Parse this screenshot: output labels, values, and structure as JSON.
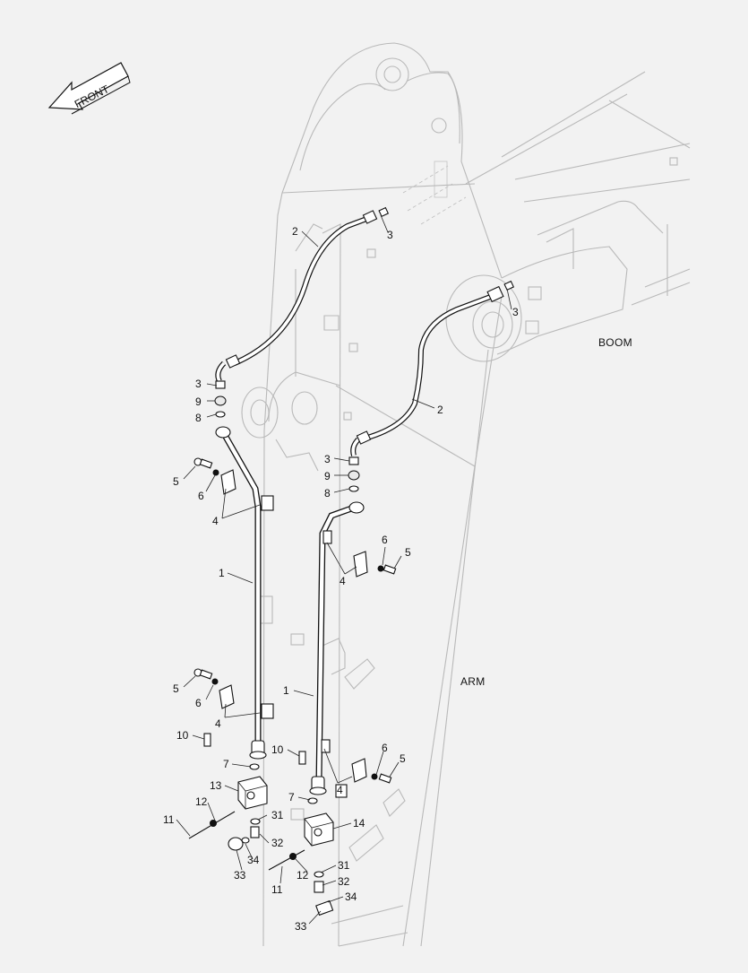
{
  "direction_arrow": {
    "label": "FRONT"
  },
  "regions": {
    "boom": "BOOM",
    "arm": "ARM"
  },
  "callouts": {
    "c1a": "1",
    "c1b": "1",
    "c2a": "2",
    "c2b": "2",
    "c3a": "3",
    "c3b": "3",
    "c3c": "3",
    "c3d": "3",
    "c4a": "4",
    "c4b": "4",
    "c4c": "4",
    "c4d": "4",
    "c5a": "5",
    "c5b": "5",
    "c5c": "5",
    "c5d": "5",
    "c6a": "6",
    "c6b": "6",
    "c6c": "6",
    "c6d": "6",
    "c7a": "7",
    "c7b": "7",
    "c8a": "8",
    "c8b": "8",
    "c9a": "9",
    "c9b": "9",
    "c10a": "10",
    "c10b": "10",
    "c11a": "11",
    "c11b": "11",
    "c12a": "12",
    "c12b": "12",
    "c13": "13",
    "c14": "14",
    "c31a": "31",
    "c31b": "31",
    "c32a": "32",
    "c32b": "32",
    "c33a": "33",
    "c33b": "33",
    "c34a": "34",
    "c34b": "34"
  },
  "colors": {
    "background": "#f2f2f2",
    "ghost_lines": "#b9b9b9",
    "ink": "#111111"
  }
}
